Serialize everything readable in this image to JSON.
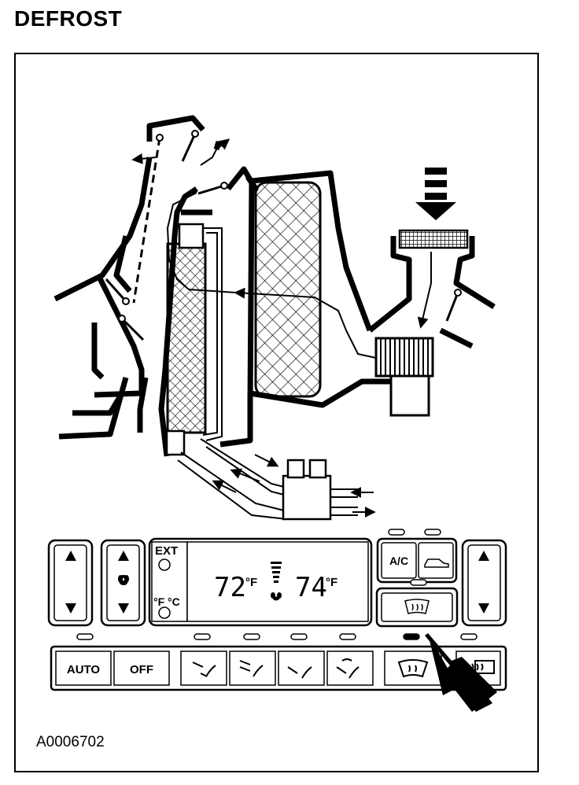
{
  "page": {
    "title": "DEFROST",
    "figure_id": "A0006702"
  },
  "control_panel": {
    "recirc_label": "EXT",
    "units_label": "°F °C",
    "left_temp": "72",
    "right_temp": "74",
    "temp_unit": "°F",
    "ac_label": "A/C",
    "auto_label": "AUTO",
    "off_label": "OFF"
  },
  "icons": {
    "up": "arrow-up-icon",
    "down": "arrow-down-icon",
    "fan": "fan-icon",
    "recirc": "recirculation-car-icon",
    "defrost": "defrost-icon",
    "rear_defrost": "rear-defrost-icon",
    "pointer": "pointer-arrow-icon"
  }
}
